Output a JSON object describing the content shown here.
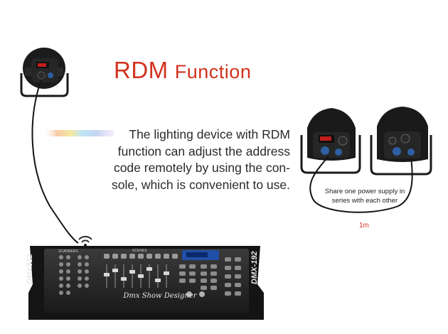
{
  "title": {
    "main": "RDM",
    "sub": "Function"
  },
  "description": "The lighting device with RDM function can adjust the address code remotely by using the console, which is convenient to use.",
  "description_lines": [
    "The lighting device with RDM",
    "function can adjust the address",
    "code remotely by using the con-",
    "sole, which is convenient to use."
  ],
  "note": "Share one power supply in series with each other",
  "cable_length": "1m",
  "console": {
    "left_label": "DMX512",
    "right_label": "DMX-192",
    "brand": "Dmx Show Designer",
    "scanners_label": "SCANNERS",
    "scenes_label": "SCENES"
  },
  "colors": {
    "title": "#d2321e",
    "text": "#2a2a2a",
    "device": "#1b1b1b"
  },
  "icons": [
    "wireless-signal-icon"
  ]
}
